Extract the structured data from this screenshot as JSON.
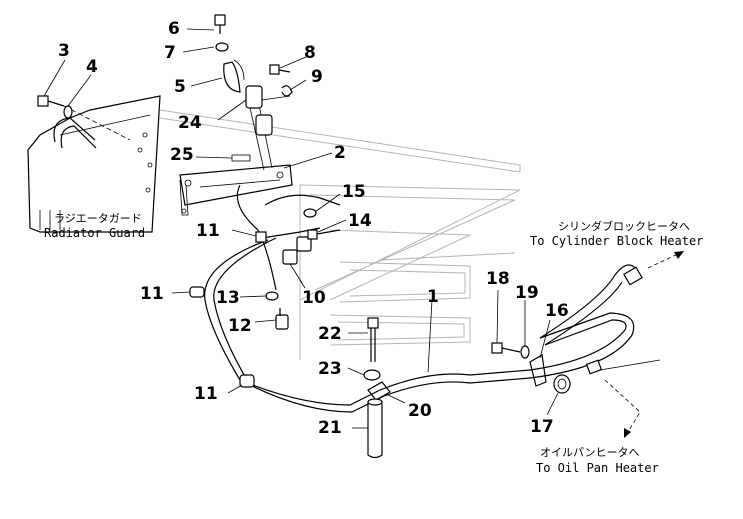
{
  "callouts": {
    "c1": "1",
    "c2": "2",
    "c3": "3",
    "c4": "4",
    "c5": "5",
    "c6": "6",
    "c7": "7",
    "c8": "8",
    "c9": "9",
    "c10": "10",
    "c11a": "11",
    "c11b": "11",
    "c11c": "11",
    "c12": "12",
    "c13": "13",
    "c14": "14",
    "c15": "15",
    "c16": "16",
    "c17": "17",
    "c18": "18",
    "c19": "19",
    "c20": "20",
    "c21": "21",
    "c22": "22",
    "c23": "23",
    "c24": "24",
    "c25": "25"
  },
  "notes": {
    "radiator_guard_jp": "ラジエータガード",
    "radiator_guard_en": "Radiator Guard",
    "cylinder_block_jp": "シリンダブロックヒータへ",
    "cylinder_block_en": "To Cylinder Block Heater",
    "oil_pan_jp": "オイルパンヒータへ",
    "oil_pan_en": "To Oil Pan Heater"
  }
}
